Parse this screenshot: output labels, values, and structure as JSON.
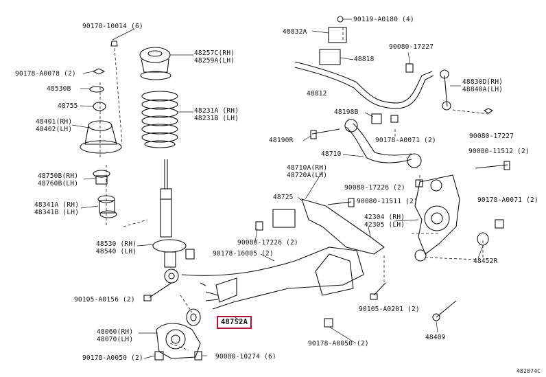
{
  "parts": {
    "p90178_10014": "90178-10014 (6)",
    "p90178_a0078": "90178-A0078 (2)",
    "p48530b": "48530B",
    "p48755": "48755",
    "p48401": "48401(RH)",
    "p48402": "48402(LH)",
    "p48750b": "48750B(RH)",
    "p48760b": "48760B(LH)",
    "p48341a": "48341A (RH)",
    "p48341b": "48341B (LH)",
    "p48530": "48530 (RH)",
    "p48540": "48540 (LH)",
    "p48257c": "48257C(RH)",
    "p48259a": "48259A(LH)",
    "p48231a": "48231A (RH)",
    "p48231b": "48231B (LH)",
    "p90119_a0180": "90119-A0180 (4)",
    "p48832a": "48832A",
    "p48818": "48818",
    "p90080_17227a": "90080-17227",
    "p48812": "48812",
    "p48830d": "48830D(RH)",
    "p48840a": "48840A(LH)",
    "p48198b": "48198B",
    "p48190r": "48190R",
    "p90178_a0071a": "90178-A0071 (2)",
    "p48710": "48710",
    "p90080_17227b": "90080-17227",
    "p90080_11512": "90080-11512 (2)",
    "p48710a": "48710A(RH)",
    "p48720a": "48720A(LH)",
    "p90080_17226a": "90080-17226 (2)",
    "p48725": "48725",
    "p90080_11511": "90080-11511 (2)",
    "p90178_a0071b": "90178-A0071 (2)",
    "p42304": "42304 (RH)",
    "p42305": "42305 (LH)",
    "p90080_17226b": "90080-17226 (2)",
    "p90178_16005": "90178-16005 (2)",
    "p48452r": "48452R",
    "p90105_a0156": "90105-A0156 (2)",
    "p48752": "48752A",
    "p90105_a0201": "90105-A0201 (2)",
    "p48060": "48060(RH)",
    "p48070": "48070(LH)",
    "p48409": "48409",
    "p90178_a0050a": "90178-A0050 (2)",
    "p90080_10274": "90080-10274 (6)",
    "p90178_a0050b": "90178-A0050 (2)"
  },
  "figure_id": "482874C",
  "colors": {
    "ink": "#111111",
    "highlight": "#b0103a"
  }
}
